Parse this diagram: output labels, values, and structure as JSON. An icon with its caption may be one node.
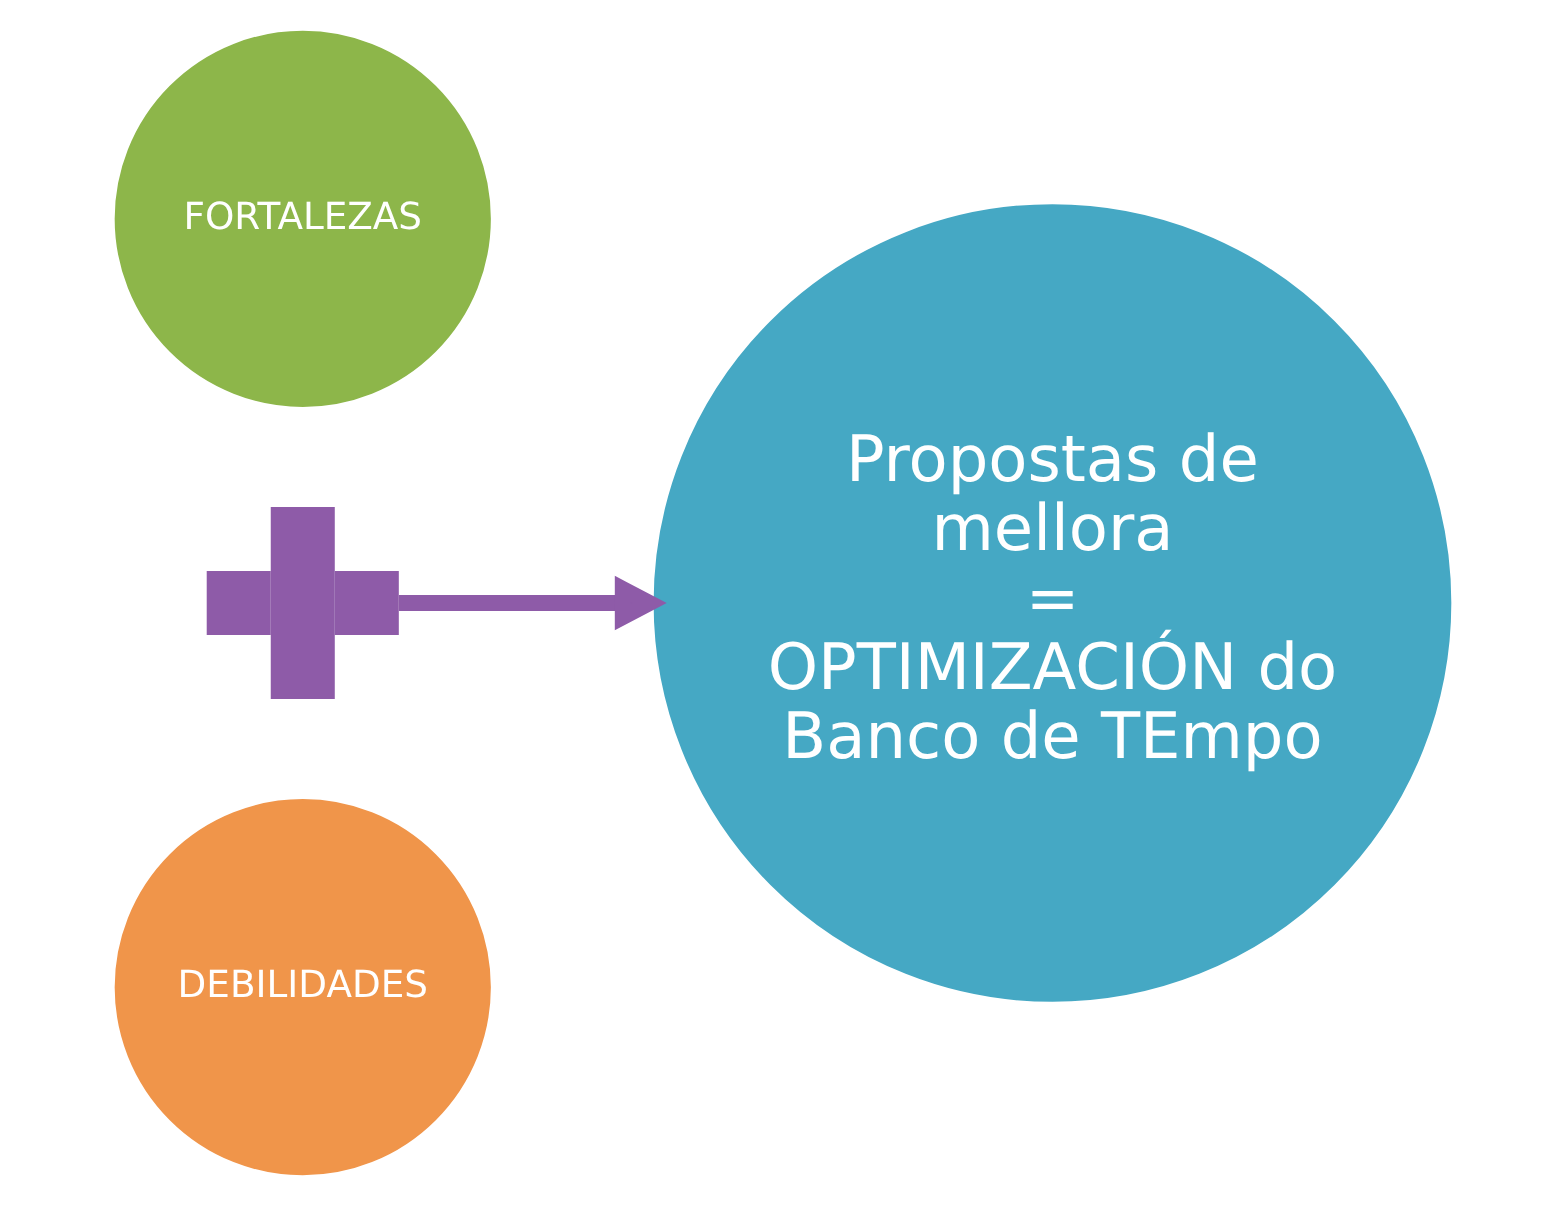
{
  "diagram": {
    "nodes": [
      {
        "text": [
          "FORTALEZAS"
        ]
      },
      {
        "text": [],
        "shape": "cross"
      },
      {
        "text": [
          "DEBILIDADES"
        ]
      },
      {
        "text": [
          "Propostas de mellora",
          "=",
          "OPTIMIZACIÓN do Banco de TEmpo"
        ]
      }
    ],
    "edges": [
      {
        "from": 1,
        "to": 3,
        "arrow": "to",
        "color": "#8e5ba8"
      }
    ]
  }
}
